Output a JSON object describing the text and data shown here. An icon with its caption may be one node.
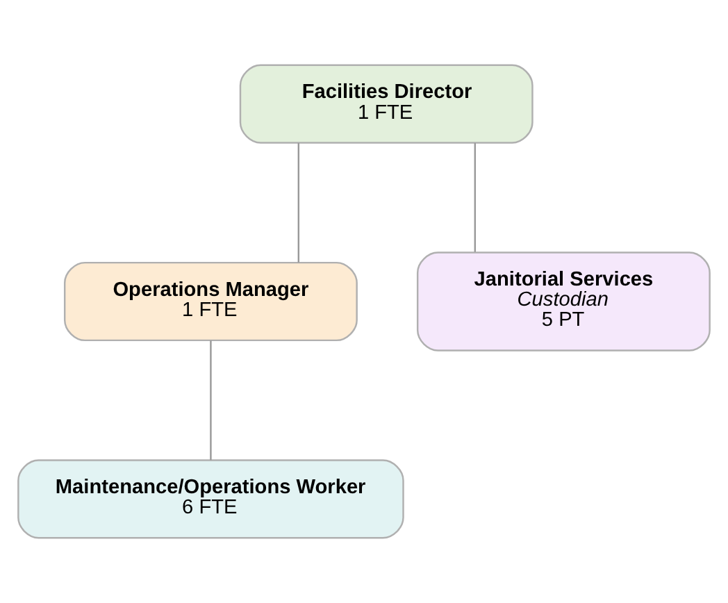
{
  "diagram": {
    "nodes": [
      {
        "text": [
          "Facilities Director",
          "1 FTE"
        ]
      },
      {
        "text": [
          "Operations Manager",
          "1 FTE"
        ]
      },
      {
        "text": [
          "Janitorial Services",
          "Custodian",
          "5 PT"
        ]
      },
      {
        "text": [
          "Maintenance/Operations Worker",
          "6 FTE"
        ]
      }
    ],
    "edges": [
      {
        "from": 0,
        "to": 1,
        "arrow": "none"
      },
      {
        "from": 0,
        "to": 2,
        "arrow": "none"
      },
      {
        "from": 1,
        "to": 3,
        "arrow": "none"
      }
    ]
  }
}
